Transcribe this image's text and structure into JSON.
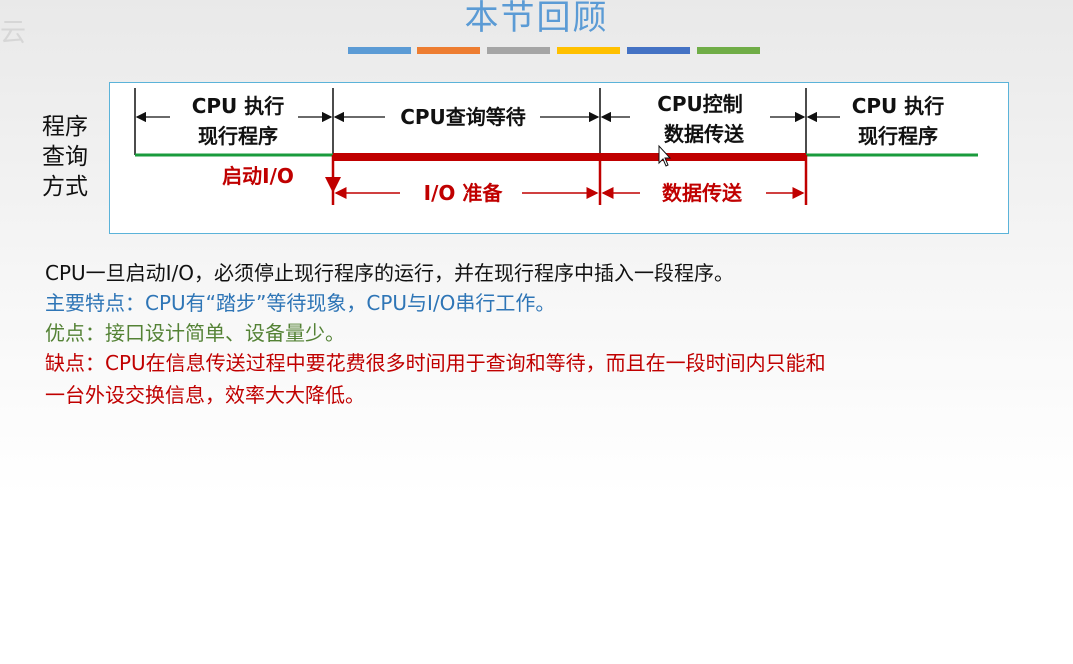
{
  "slide": {
    "title": "本节回顾",
    "watermark": "云",
    "bars": [
      "#5b9bd5",
      "#ed7d31",
      "#a5a5a5",
      "#ffc000",
      "#4472c4",
      "#70ad47"
    ]
  },
  "diagram": {
    "side_label": "程序查询方式",
    "seg1": {
      "line1": "CPU 执行",
      "line2": "现行程序"
    },
    "seg2": "CPU查询等待",
    "seg3": {
      "line1": "CPU控制",
      "line2": "数据传送"
    },
    "seg4": {
      "line1": "CPU  执行",
      "line2": "现行程序"
    },
    "start_io": "启动I/O",
    "io_prepare": "I/O 准备",
    "data_transfer": "数据传送"
  },
  "text": {
    "line1": "CPU一旦启动I/O，必须停止现行程序的运行，并在现行程序中插入一段程序。",
    "line2": "主要特点：CPU有“踏步”等待现象，CPU与I/O串行工作。",
    "line3": "优点：接口设计简单、设备量少。",
    "line4": "缺点：CPU在信息传送过程中要花费很多时间用于查询和等待，而且在一段时间内只能和",
    "line5": "一台外设交换信息，效率大大降低。"
  },
  "colors": {
    "title": "#5b9bd5",
    "highlight_blue": "#2e75b6",
    "good_green": "#548235",
    "bad_red": "#c00000",
    "timeline_red": "#c00000",
    "timeline_green": "#1a9b3c"
  }
}
